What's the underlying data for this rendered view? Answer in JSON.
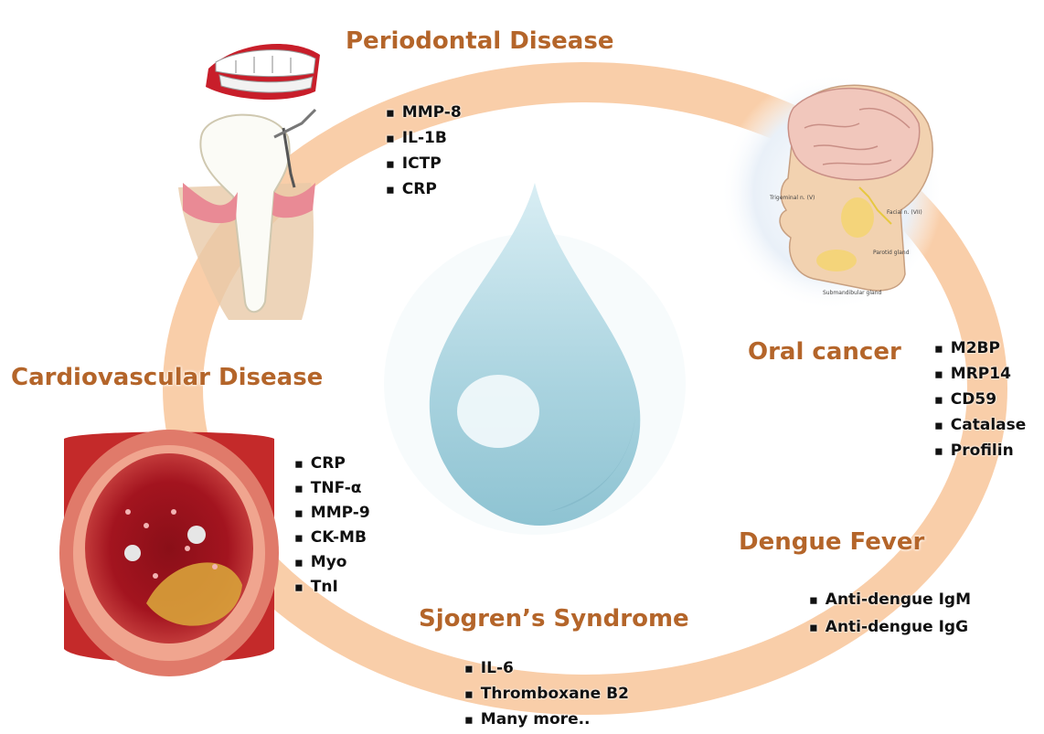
{
  "diseases": [
    {
      "key": "periodontal",
      "title": "Periodontal Disease",
      "markers": [
        "MMP-8",
        "IL-1B",
        "ICTP",
        "CRP"
      ]
    },
    {
      "key": "oral_cancer",
      "title": "Oral cancer",
      "markers": [
        "M2BP",
        "MRP14",
        "CD59",
        "Catalase",
        "Profilin"
      ]
    },
    {
      "key": "cardiovascular",
      "title": "Cardiovascular Disease",
      "markers": [
        "CRP",
        "TNF-α",
        "MMP-9",
        "CK-MB",
        "Myo",
        "TnI"
      ]
    },
    {
      "key": "dengue",
      "title": "Dengue Fever",
      "markers": [
        "Anti-dengue IgM",
        "Anti-dengue IgG"
      ]
    },
    {
      "key": "sjogren",
      "title": "Sjogren’s Syndrome",
      "markers": [
        "IL-6",
        "Thromboxane B2",
        "Many more.."
      ]
    }
  ],
  "head_illustration_labels": {
    "trigeminal": "Trigeminal n. (V)",
    "facial": "Facial n. (VII)",
    "parotid": "Parotid gland",
    "submandibular": "Submandibular gland"
  },
  "colors": {
    "ring": "#f8c9a0",
    "title": "#b4652a",
    "drop": "#a9d3df"
  }
}
